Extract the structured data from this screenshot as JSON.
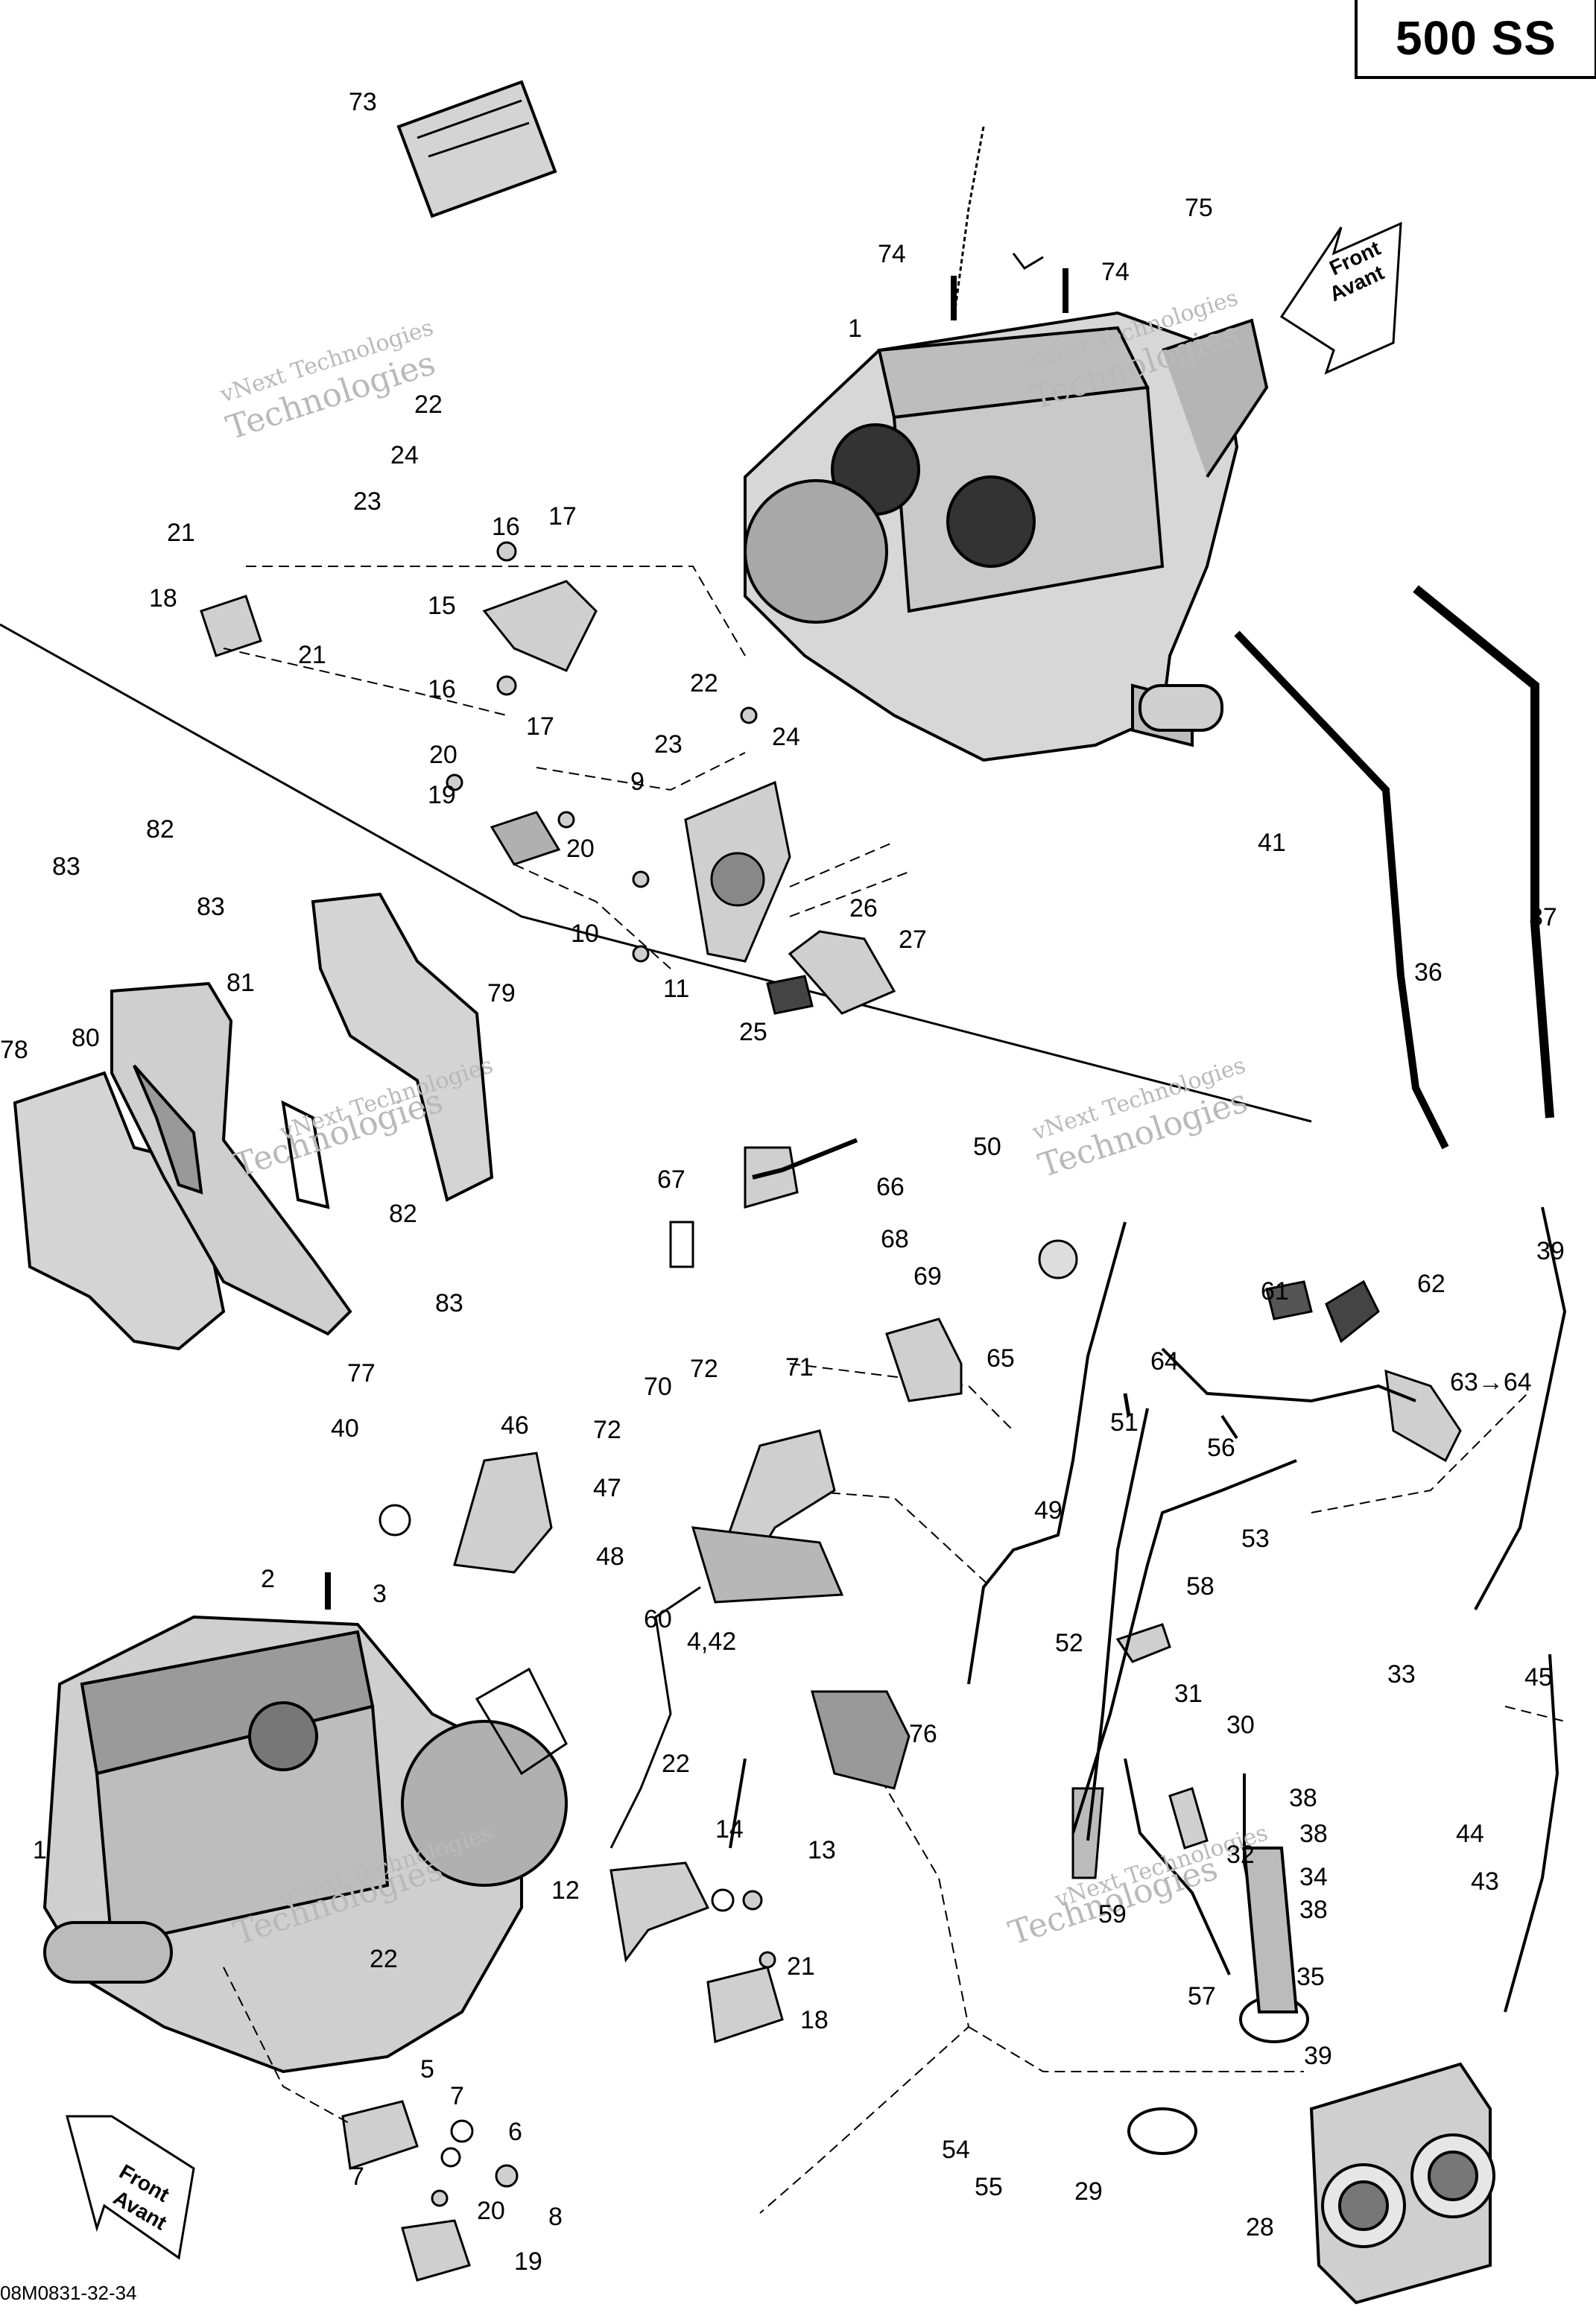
{
  "header": {
    "model": "500 SS"
  },
  "footer": {
    "figure_id": "08M0831-32-34"
  },
  "watermark": {
    "line1": "vNext Technologies",
    "line2": "Technologies"
  },
  "arrows": {
    "front_label_1": "Front",
    "front_label_2": "Avant"
  },
  "callouts": [
    "73",
    "74",
    "74",
    "75",
    "1",
    "22",
    "24",
    "23",
    "16",
    "17",
    "21",
    "18",
    "15",
    "21",
    "16",
    "17",
    "22",
    "23",
    "24",
    "20",
    "9",
    "19",
    "20",
    "10",
    "11",
    "26",
    "27",
    "25",
    "41",
    "37",
    "36",
    "82",
    "83",
    "83",
    "81",
    "79",
    "80",
    "78",
    "82",
    "83",
    "77",
    "67",
    "66",
    "68",
    "50",
    "69",
    "65",
    "72",
    "71",
    "70",
    "72",
    "47",
    "46",
    "40",
    "48",
    "2",
    "3",
    "60",
    "39",
    "62",
    "61",
    "64",
    "63→64",
    "51",
    "56",
    "49",
    "53",
    "58",
    "4,42",
    "76",
    "22",
    "14",
    "13",
    "12",
    "1",
    "21",
    "18",
    "22",
    "5",
    "7",
    "6",
    "7",
    "8",
    "20",
    "19",
    "52",
    "31",
    "30",
    "33",
    "38",
    "32",
    "38",
    "34",
    "38",
    "59",
    "57",
    "35",
    "45",
    "44",
    "43",
    "54",
    "55",
    "29",
    "39",
    "28"
  ]
}
